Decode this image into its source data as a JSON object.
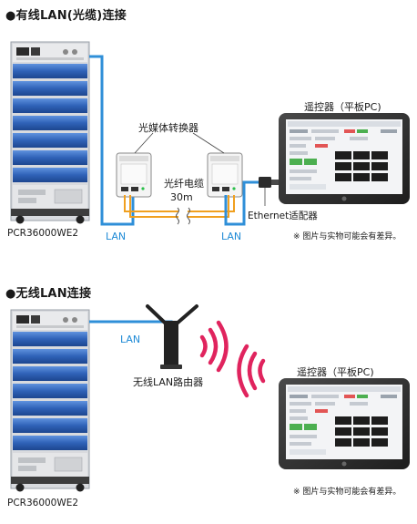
{
  "section1": {
    "title": "●有线LAN(光缆)连接",
    "device_model": "PCR36000WE2",
    "converter_label": "光媒体转换器",
    "fiber_label": "光纤电缆",
    "fiber_length": "30m",
    "lan_left": "LAN",
    "lan_right": "LAN",
    "ethernet_adapter": "Ethernet适配器",
    "tablet_label": "遥控器（平板PC)",
    "note": "※ 图片与实物可能会有差异。"
  },
  "section2": {
    "title": "●无线LAN连接",
    "device_model": "PCR36000WE2",
    "lan_label": "LAN",
    "router_label": "无线LAN路由器",
    "tablet_label": "遥控器（平板PC)",
    "note": "※ 图片与实物可能会有差异。"
  },
  "colors": {
    "lan_cable": "#2f8fd8",
    "fiber": "#f0a020",
    "wifi": "#e0245e",
    "device_blue": "#3a6fc4"
  }
}
